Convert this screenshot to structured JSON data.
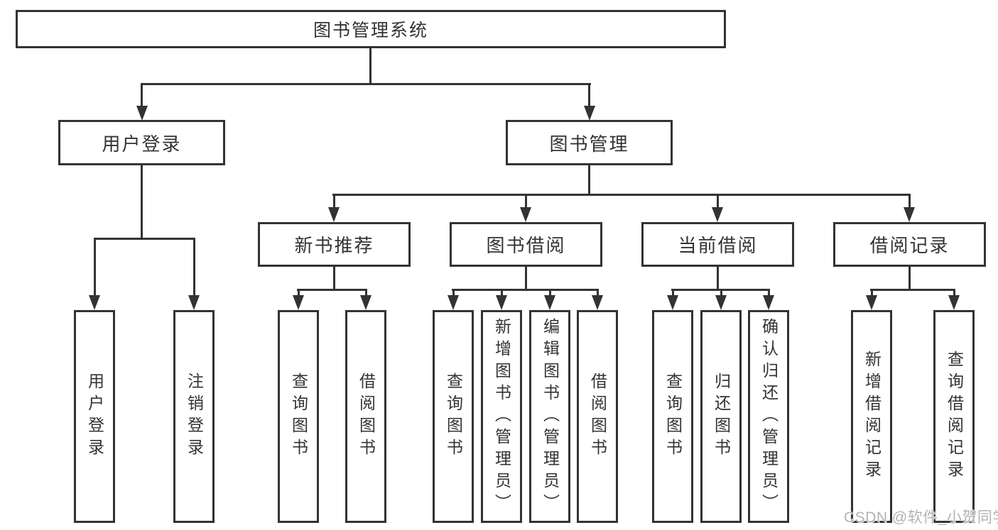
{
  "style": {
    "background": "#ffffff",
    "line_color": "#333333",
    "text_color": "#333333",
    "watermark_color": "#b3b3b3"
  },
  "watermark": {
    "text": "CSDN @软件_小贺同学"
  },
  "tree": {
    "label": "图书管理系统",
    "children": [
      {
        "label": "用户登录",
        "children": [
          {
            "label": "用户登录"
          },
          {
            "label": "注销登录"
          }
        ]
      },
      {
        "label": "图书管理",
        "children": [
          {
            "label": "新书推荐",
            "children": [
              {
                "label": "查询图书"
              },
              {
                "label": "借阅图书"
              }
            ]
          },
          {
            "label": "图书借阅",
            "children": [
              {
                "label": "查询图书"
              },
              {
                "label": "新增图书（管理员）"
              },
              {
                "label": "编辑图书（管理员）"
              },
              {
                "label": "借阅图书"
              }
            ]
          },
          {
            "label": "当前借阅",
            "children": [
              {
                "label": "查询图书"
              },
              {
                "label": "归还图书"
              },
              {
                "label": "确认归还（管理员）"
              }
            ]
          },
          {
            "label": "借阅记录",
            "children": [
              {
                "label": "新增借阅记录"
              },
              {
                "label": "查询借阅记录"
              }
            ]
          }
        ]
      }
    ]
  }
}
